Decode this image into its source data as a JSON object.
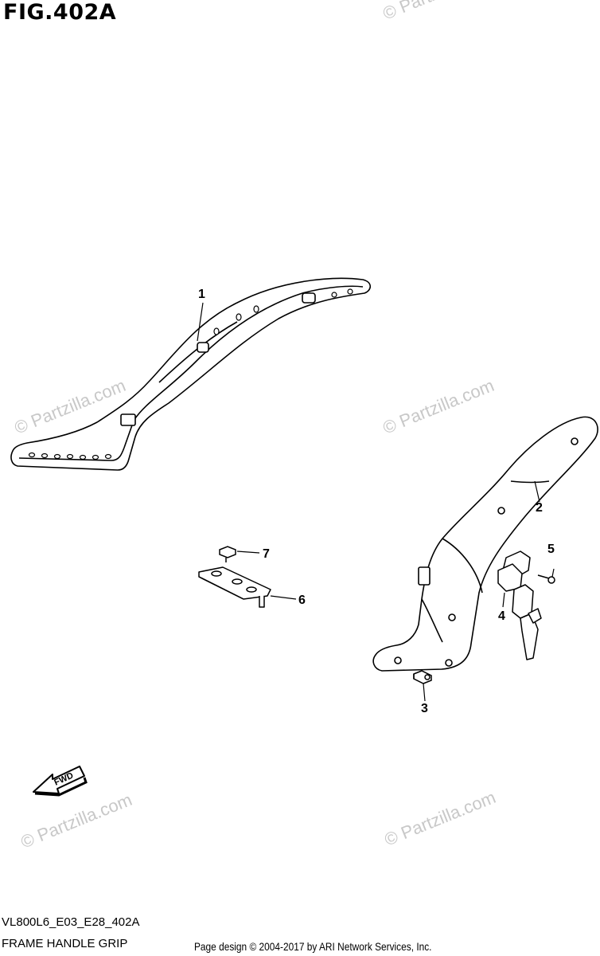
{
  "figure": {
    "title": "FIG.402A",
    "code": "VL800L6_E03_E28_402A",
    "name": "FRAME HANDLE GRIP",
    "credit": "Page design © 2004-2017 by ARI Network Services, Inc."
  },
  "callouts": [
    {
      "id": "1",
      "label": "1"
    },
    {
      "id": "2",
      "label": "2"
    },
    {
      "id": "3",
      "label": "3"
    },
    {
      "id": "4",
      "label": "4"
    },
    {
      "id": "5",
      "label": "5"
    },
    {
      "id": "6",
      "label": "6"
    },
    {
      "id": "7",
      "label": "7"
    }
  ],
  "fwd_label": "FWD",
  "watermark": "© Partzilla.com"
}
